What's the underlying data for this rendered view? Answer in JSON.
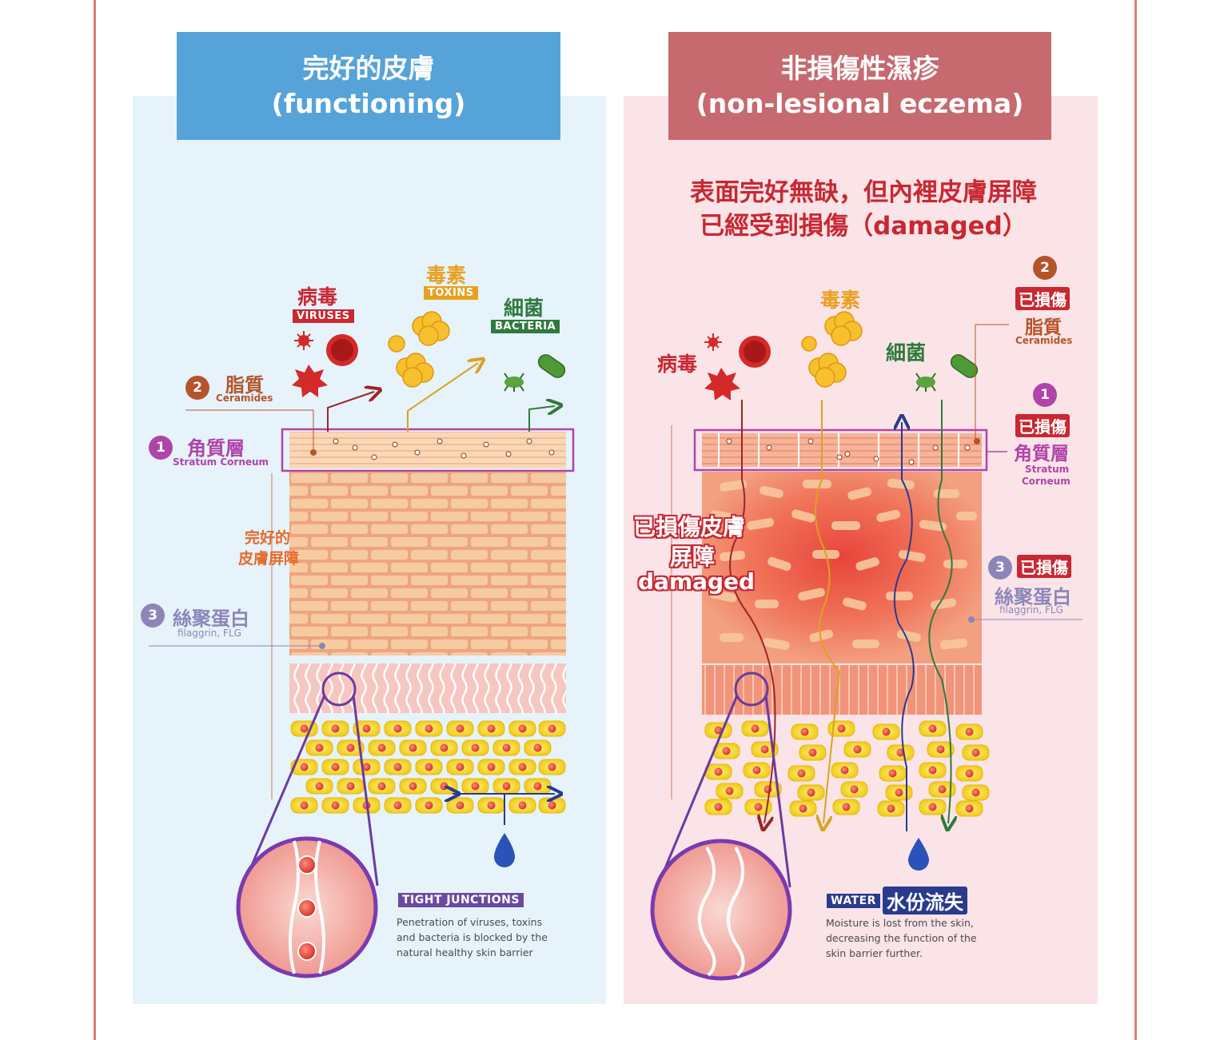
{
  "colors": {
    "left_header_bg": "#56a3d9",
    "right_header_bg": "#c66a70",
    "left_panel_bg": "#e6f3fb",
    "right_panel_bg": "#fbe4e8",
    "virus_red": "#c82832",
    "toxin_orange": "#e8a020",
    "bacteria_green": "#2f7a3c",
    "stratum_purple": "#b044a8",
    "filaggrin_lavender": "#8c86b8",
    "ceramide_brown": "#b5542a"
  },
  "left": {
    "title_zh": "完好的皮膚",
    "title_en": "(functioning)",
    "virus_zh": "病毒",
    "virus_en": "VIRUSES",
    "toxin_zh": "毒素",
    "toxin_en": "TOXINS",
    "bacteria_zh": "細菌",
    "bacteria_en": "BACTERIA",
    "ceramide_num": "2",
    "ceramide_zh": "脂質",
    "ceramide_en": "Ceramides",
    "stratum_num": "1",
    "stratum_zh": "角質層",
    "stratum_en": "Stratum Corneum",
    "barrier_zh_1": "完好的",
    "barrier_zh_2": "皮膚屏障",
    "filaggrin_num": "3",
    "filaggrin_zh": "絲聚蛋白",
    "filaggrin_en": "filaggrin, FLG",
    "tj_title": "TIGHT JUNCTIONS",
    "tj_line1": "Penetration of viruses, toxins",
    "tj_line2": "and bacteria is blocked by the",
    "tj_line3": "natural healthy skin barrier"
  },
  "right": {
    "title_zh": "非損傷性濕疹",
    "title_en": "(non-lesional eczema)",
    "subtitle_1": "表面完好無缺，但內裡皮膚屏障",
    "subtitle_2": "已經受到損傷（damaged）",
    "virus_zh": "病毒",
    "toxin_zh": "毒素",
    "bacteria_zh": "細菌",
    "ceramide_num": "2",
    "ceramide_damaged": "已損傷",
    "ceramide_zh": "脂質",
    "ceramide_en": "Ceramides",
    "stratum_num": "1",
    "stratum_damaged": "已損傷",
    "stratum_zh": "角質層",
    "stratum_en_1": "Stratum",
    "stratum_en_2": "Corneum",
    "barrier_zh_1": "已損傷皮膚",
    "barrier_zh_2": "屏障",
    "barrier_en": "damaged",
    "filaggrin_num": "3",
    "filaggrin_damaged": "已損傷",
    "filaggrin_zh": "絲聚蛋白",
    "filaggrin_en": "filaggrin, FLG",
    "water_en": "WATER",
    "water_zh": "水份流失",
    "water_line1": "Moisture is lost from the skin,",
    "water_line2": "decreasing the function of the",
    "water_line3": "skin barrier further."
  }
}
